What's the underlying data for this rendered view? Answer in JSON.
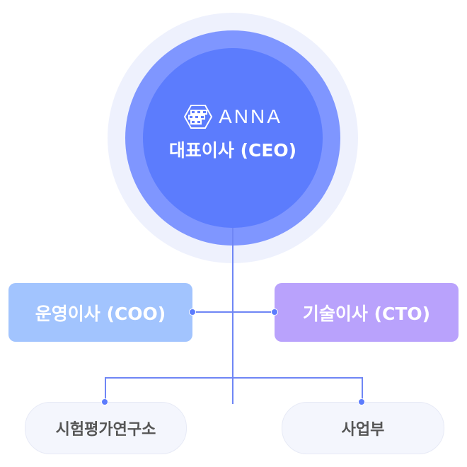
{
  "ceo": {
    "brand": "ANNA",
    "title": "대표이사 (CEO)"
  },
  "coo": {
    "title": "운영이사 (COO)"
  },
  "cto": {
    "title": "기술이사 (CTO)"
  },
  "departments": [
    {
      "title": "시험평가연구소"
    },
    {
      "title": "사업부"
    }
  ],
  "colors": {
    "ceo": "#5c7cfd",
    "coo": "#a2c4fe",
    "cto": "#b9a2fc",
    "line": "#6f86f5"
  }
}
